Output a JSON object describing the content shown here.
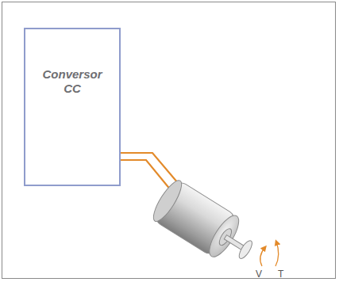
{
  "diagram": {
    "nodes": [
      {
        "text": [
          "Conversor CC"
        ]
      }
    ],
    "labels": [
      "V",
      "T"
    ]
  }
}
